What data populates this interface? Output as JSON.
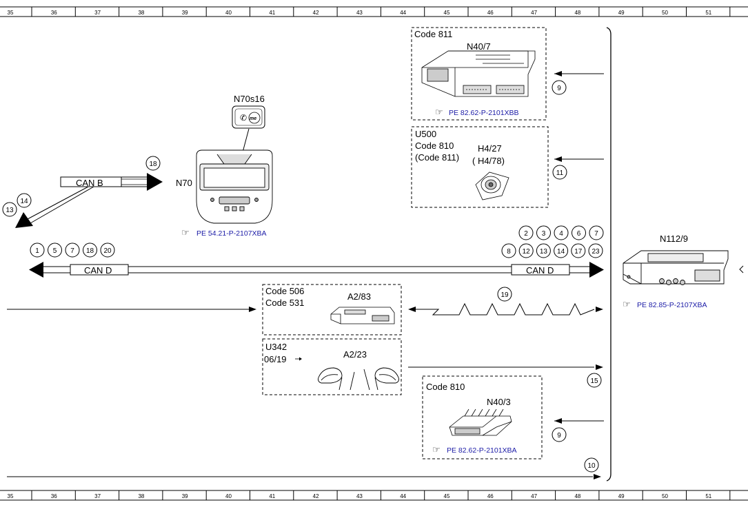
{
  "ruler": {
    "columns": [
      "35",
      "36",
      "37",
      "38",
      "39",
      "40",
      "41",
      "42",
      "43",
      "44",
      "45",
      "46",
      "47",
      "48",
      "49",
      "50",
      "51"
    ]
  },
  "modules": {
    "n40_7": {
      "code": "Code 811",
      "name": "N40/7",
      "ref": "PE 82.62-P-2101XBB",
      "circle": "9"
    },
    "h4_27": {
      "u": "U500",
      "code": "Code 810",
      "code2": "(Code 811)",
      "name": "H4/27",
      "name2": "( H4/78)",
      "circle": "11"
    },
    "n70s16": {
      "name": "N70s16"
    },
    "n70": {
      "name": "N70",
      "ref": "PE 54.21-P-2107XBA",
      "circle": "18"
    },
    "a2_83": {
      "code": "Code 506",
      "code2": "Code 531",
      "name": "A2/83",
      "circle": "19"
    },
    "a2_23": {
      "u": "U342",
      "date": "06/19",
      "name": "A2/23",
      "circle": "15"
    },
    "n40_3": {
      "code": "Code 810",
      "name": "N40/3",
      "ref": "PE 82.62-P-2101XBA",
      "circle": "9"
    },
    "n112_9": {
      "name": "N112/9",
      "ref": "PE 82.85-P-2107XBA"
    }
  },
  "can": {
    "can_b": "CAN B",
    "can_d_left": "CAN D",
    "can_d_right": "CAN D",
    "canb_circles": [
      "13",
      "14"
    ],
    "left_circles": [
      "1",
      "5",
      "7",
      "18",
      "20"
    ],
    "right_top_circles": [
      "2",
      "3",
      "4",
      "6",
      "7"
    ],
    "right_bottom_circles": [
      "8",
      "12",
      "13",
      "14",
      "17",
      "23"
    ]
  },
  "bottom_circle": "10"
}
